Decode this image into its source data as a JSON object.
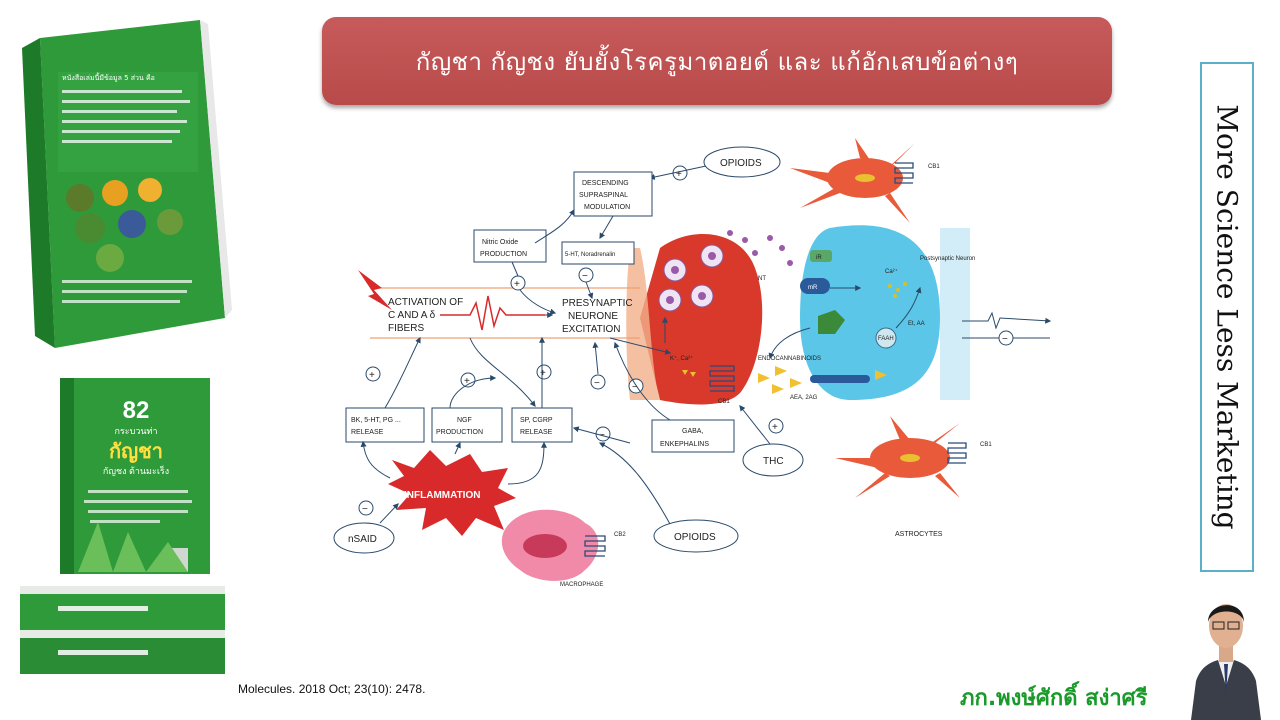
{
  "title": "กัญชา กัญชง ยับยั้งโรครูมาตอยด์ และ แก้อักเสบข้อต่างๆ",
  "slogan": "More Science Less Marketing",
  "citation": "Molecules. 2018 Oct; 23(10):  2478.",
  "author": "ภก.พงษ์ศักดิ์ สง่าศรี",
  "book1": {
    "header": "หนังสือเล่มนี้มีข้อมูล 5 ส่วน คือ"
  },
  "book2": {
    "number": "82",
    "subtitle": "กระบวนท่า",
    "title": "กัญชา",
    "tagline": "กัญชง ต้านมะเร็ง"
  },
  "colors": {
    "banner": "#b84a4a",
    "book_green": "#2f9a3a",
    "author_green": "#1a9a2a",
    "presynaptic": "#d8392b",
    "postsynaptic": "#5cc6e8",
    "astrocyte": "#e85a3a"
  },
  "diagram": {
    "opioids_top": "OPIOIDS",
    "opioids_bottom": "OPIOIDS",
    "descending": [
      "DESCENDING",
      "SUPRASPINAL",
      "MODULATION"
    ],
    "nitric_oxide": [
      "Nitric Oxide",
      "PRODUCTION"
    ],
    "ht_nor": "5-HT, Noradrenalin",
    "activation": [
      "ACTIVATION OF",
      "C AND A δ",
      "FIBERS"
    ],
    "presynaptic_neurone": [
      "PRESYNAPTIC",
      "NEURONE",
      "EXCITATION"
    ],
    "bk": [
      "BK, 5-HT, PG ...",
      "RELEASE"
    ],
    "ngf": [
      "NGF",
      "PRODUCTION"
    ],
    "sp": [
      "SP, CGRP",
      "RELEASE"
    ],
    "gaba": [
      "GABA,",
      "ENKEPHALINS"
    ],
    "thc": "THC",
    "nsaid": "nSAID",
    "inflammation": "INFLAMMATION",
    "macrophage": "MACROPHAGE",
    "astrocytes": "ASTROCYTES",
    "postsynaptic_neuron": "Postsynaptic Neuron",
    "cb1_top": "CB1",
    "cb1_mid": "CB1",
    "cb1_right": "CB1",
    "cb2": "CB2",
    "nt": "NT",
    "k_ca": "K⁺, Ca²⁺",
    "ca_post": "Ca²⁺",
    "endocannabinoids": "ENDOCANNABINOIDS",
    "aea": "AEA, 2AG",
    "et_aa": "Et, AA",
    "faah": "FAAH",
    "ir": "iR",
    "mr": "mR",
    "plus": "+",
    "minus": "−"
  }
}
